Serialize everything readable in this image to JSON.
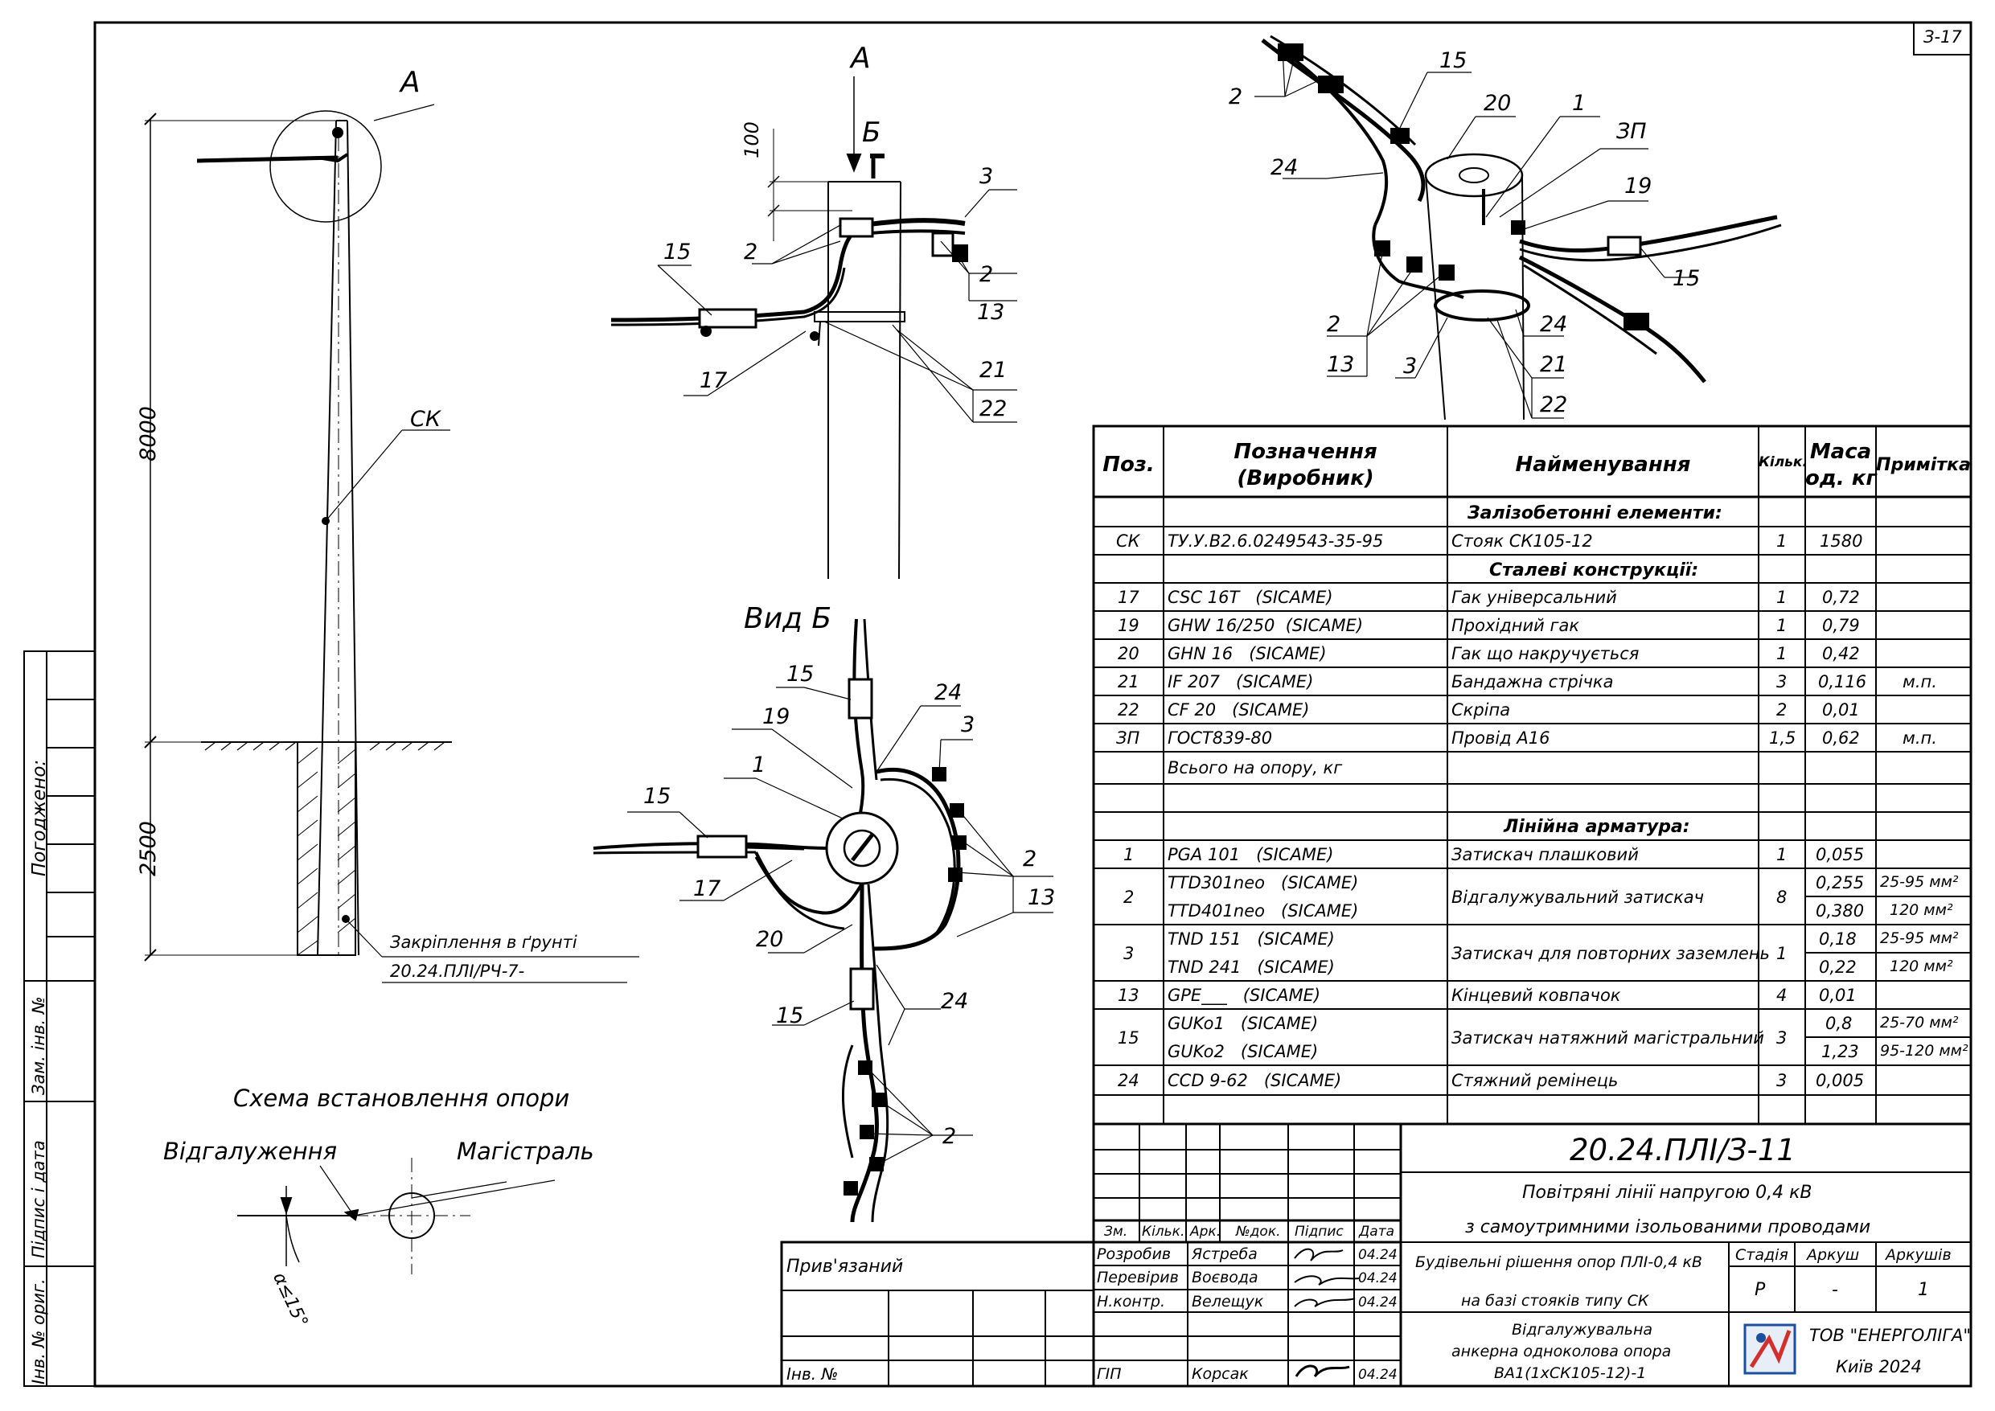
{
  "sheet_code": "З-17",
  "elevation": {
    "view_a_label": "A",
    "pole_label": "СК",
    "dim_above": "8000",
    "dim_below": "2500",
    "anchoring_label": "Закріплення в ґрунті",
    "anchoring_ref": "20.24.ПЛІ/РЧ-7-"
  },
  "detail_a": {
    "title": "A",
    "arrow_label": "Б",
    "dim_100": "100",
    "callouts": [
      "3",
      "2",
      "2",
      "13",
      "15",
      "21",
      "22",
      "17"
    ]
  },
  "view_b": {
    "title": "Вид Б",
    "callouts": [
      "15",
      "24",
      "19",
      "3",
      "1",
      "15",
      "2",
      "13",
      "17",
      "20",
      "15",
      "24",
      "2"
    ]
  },
  "iso": {
    "callouts": [
      "15",
      "2",
      "20",
      "1",
      "ЗП",
      "24",
      "19",
      "15",
      "2",
      "24",
      "13",
      "3",
      "21",
      "22"
    ]
  },
  "scheme": {
    "title": "Схема встановлення опори",
    "branch": "Відгалуження",
    "main": "Магістраль",
    "angle": "α≤15°"
  },
  "side_stamp": {
    "agreed": "Погоджено:",
    "inv_repl": "Зам. інв. №",
    "sign_date": "Підпис і дата",
    "inv_orig": "Інв. № ориг."
  },
  "spec_table": {
    "headers": {
      "pos": "Поз.",
      "designation": "Позначення\n(Виробник)",
      "name": "Найменування",
      "qty": "Кільк.",
      "mass": "Маса\nод. кг",
      "note": "Примітка"
    },
    "rows": [
      {
        "section": "Залізобетонні елементи:"
      },
      {
        "pos": "СК",
        "des": "ТУ.У.В2.6.0249543-35-95",
        "name": "Стояк СК105-12",
        "qty": "1",
        "mass": "1580",
        "note": ""
      },
      {
        "section": "Сталеві конструкції:"
      },
      {
        "pos": "17",
        "des": "CSC 16T   (SICAME)",
        "name": "Гак універсальний",
        "qty": "1",
        "mass": "0,72",
        "note": ""
      },
      {
        "pos": "19",
        "des": "GHW 16/250  (SICAME)",
        "name": "Прохідний гак",
        "qty": "1",
        "mass": "0,79",
        "note": ""
      },
      {
        "pos": "20",
        "des": "GHN 16   (SICAME)",
        "name": "Гак що накручується",
        "qty": "1",
        "mass": "0,42",
        "note": ""
      },
      {
        "pos": "21",
        "des": "IF 207   (SICAME)",
        "name": "Бандажна стрічка",
        "qty": "3",
        "mass": "0,116",
        "note": "м.п."
      },
      {
        "pos": "22",
        "des": "CF 20   (SICAME)",
        "name": "Скріпа",
        "qty": "2",
        "mass": "0,01",
        "note": ""
      },
      {
        "pos": "ЗП",
        "des": "ГОСТ839-80",
        "name": "Провід А16",
        "qty": "1,5",
        "mass": "0,62",
        "note": "м.п."
      },
      {
        "pos": "",
        "des": "Всього на опору, кг",
        "name": "",
        "qty": "",
        "mass": "",
        "note": ""
      },
      {
        "pos": "",
        "des": "",
        "name": "",
        "qty": "",
        "mass": "",
        "note": ""
      },
      {
        "section": "Лінійна арматура:"
      },
      {
        "pos": "1",
        "des": "PGA 101   (SICAME)",
        "name": "Затискач плашковий",
        "qty": "1",
        "mass": "0,055",
        "note": ""
      }
    ],
    "double_rows": [
      {
        "pos": "2",
        "des1": "TTD301neo   (SICAME)",
        "des2": "TTD401neo   (SICAME)",
        "name": "Відгалужувальний затискач",
        "qty": "8",
        "mass1": "0,255",
        "mass2": "0,380",
        "note1": "25-95 мм²",
        "note2": "120 мм²"
      },
      {
        "pos": "3",
        "des1": "TND 151   (SICAME)",
        "des2": "TND 241   (SICAME)",
        "name": "Затискач для повторних заземлень",
        "qty": "1",
        "mass1": "0,18",
        "mass2": "0,22",
        "note1": "25-95 мм²",
        "note2": "120 мм²"
      }
    ],
    "single_13": {
      "pos": "13",
      "des": "GPE___   (SICAME)",
      "name": "Кінцевий ковпачок",
      "qty": "4",
      "mass": "0,01",
      "note": ""
    },
    "double_15": {
      "pos": "15",
      "des1": "GUKo1   (SICAME)",
      "des2": "GUKo2   (SICAME)",
      "name": "Затискач натяжний магістральний",
      "qty": "3",
      "mass1": "0,8",
      "mass2": "1,23",
      "note1": "25-70 мм²",
      "note2": "95-120 мм²"
    },
    "last_row": {
      "pos": "24",
      "des": "CCD 9-62   (SICAME)",
      "name": "Стяжний ремінець",
      "qty": "3",
      "mass": "0,005",
      "note": ""
    }
  },
  "title_block": {
    "doc_code": "20.24.ПЛІ/З-11",
    "line1": "Повітряні лінії напругою 0,4 кВ",
    "line2": "з самоутримними ізольованими проводами",
    "sub1": "Будівельні рішення опор ПЛІ-0,4 кВ",
    "sub2": "на базі стояків типу СК",
    "drawing_name_1": "Відгалужувальна",
    "drawing_name_2": "анкерна одноколова опора",
    "drawing_name_3": "ВА1(1хСК105-12)-1",
    "col_headers": [
      "Зм.",
      "Кільк.",
      "Арк.",
      "№док.",
      "Підпис",
      "Дата"
    ],
    "roles": [
      {
        "role": "Розробив",
        "name": "Ястреба",
        "date": "04.24"
      },
      {
        "role": "Перевірив",
        "name": "Воєвода",
        "date": "04.24"
      },
      {
        "role": "Н.контр.",
        "name": "Велещук",
        "date": "04.24"
      },
      {
        "role": "ГІП",
        "name": "Корсак",
        "date": "04.24"
      }
    ],
    "stage_label": "Стадія",
    "sheet_label": "Аркуш",
    "sheets_label": "Аркушів",
    "stage": "Р",
    "sheet": "-",
    "sheets": "1",
    "company": "ТОВ \"ЕНЕРГОЛІГА\"",
    "city_year": "Київ 2024",
    "attached": "Прив'язаний",
    "inv_no": "Інв. №",
    "date_col": "04.24"
  }
}
